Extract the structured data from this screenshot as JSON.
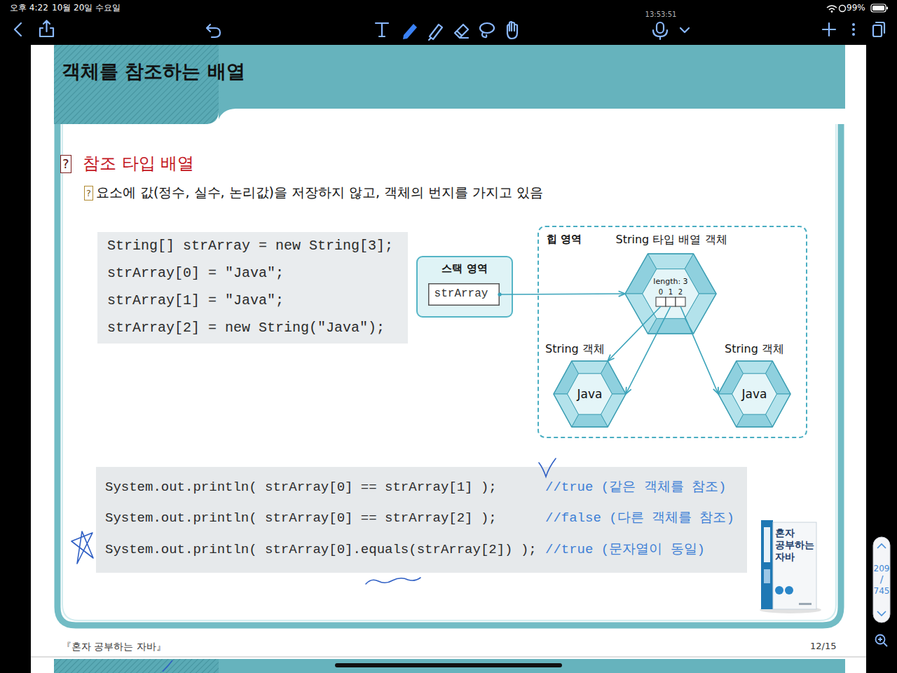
{
  "diagram": {
    "title": "객체를 참조하는 배열",
    "nodes": [
      {
        "text": [
          "스택 영역"
        ]
      },
      {
        "text": [
          "strArray"
        ],
        "in": 0
      },
      {
        "text": [
          "힙 영역"
        ]
      },
      {
        "text": [
          "String 타입 배열 객체",
          "length: 3"
        ],
        "in": 2
      },
      {
        "text": [
          "0"
        ],
        "in": 3
      },
      {
        "text": [
          "1"
        ],
        "in": 3
      },
      {
        "text": [
          "2"
        ],
        "in": 3
      },
      {
        "text": [
          "String 객체",
          "Java"
        ],
        "in": 2
      },
      {
        "text": [
          "String 객체",
          "Java"
        ],
        "in": 2
      }
    ],
    "edges": [
      {
        "from": 1,
        "to": 3,
        "arrow": "to"
      },
      {
        "from": 4,
        "to": 7,
        "arrow": "to"
      },
      {
        "from": 5,
        "to": 7,
        "arrow": "to"
      },
      {
        "from": 6,
        "to": 8,
        "arrow": "to"
      }
    ],
    "labels": [
      "오후 4:22",
      "10월 20일 수요일",
      "13:53:51",
      "99%",
      "?",
      "참조 타입 배열",
      "?",
      "요소에 값(정수, 실수, 논리값)을 저장하지 않고, 객체의 번지를 가지고 있음",
      "String[] strArray = new String[3];",
      "strArray[0] = \"Java\";",
      "strArray[1] = \"Java\";",
      "strArray[2] = new String(\"Java\");",
      "System.out.println( strArray[0] == strArray[1] );",
      "//true (같은 객체를 참조)",
      "System.out.println( strArray[0] == strArray[2] );",
      "//false (다른 객체를 참조)",
      "System.out.println( strArray[0].equals(strArray[2]) );",
      "//true (문자열이 동일)",
      "혼자 공부하는 자바",
      "『혼자 공부하는 자바』",
      "12/15",
      "209",
      "/",
      "745"
    ]
  }
}
